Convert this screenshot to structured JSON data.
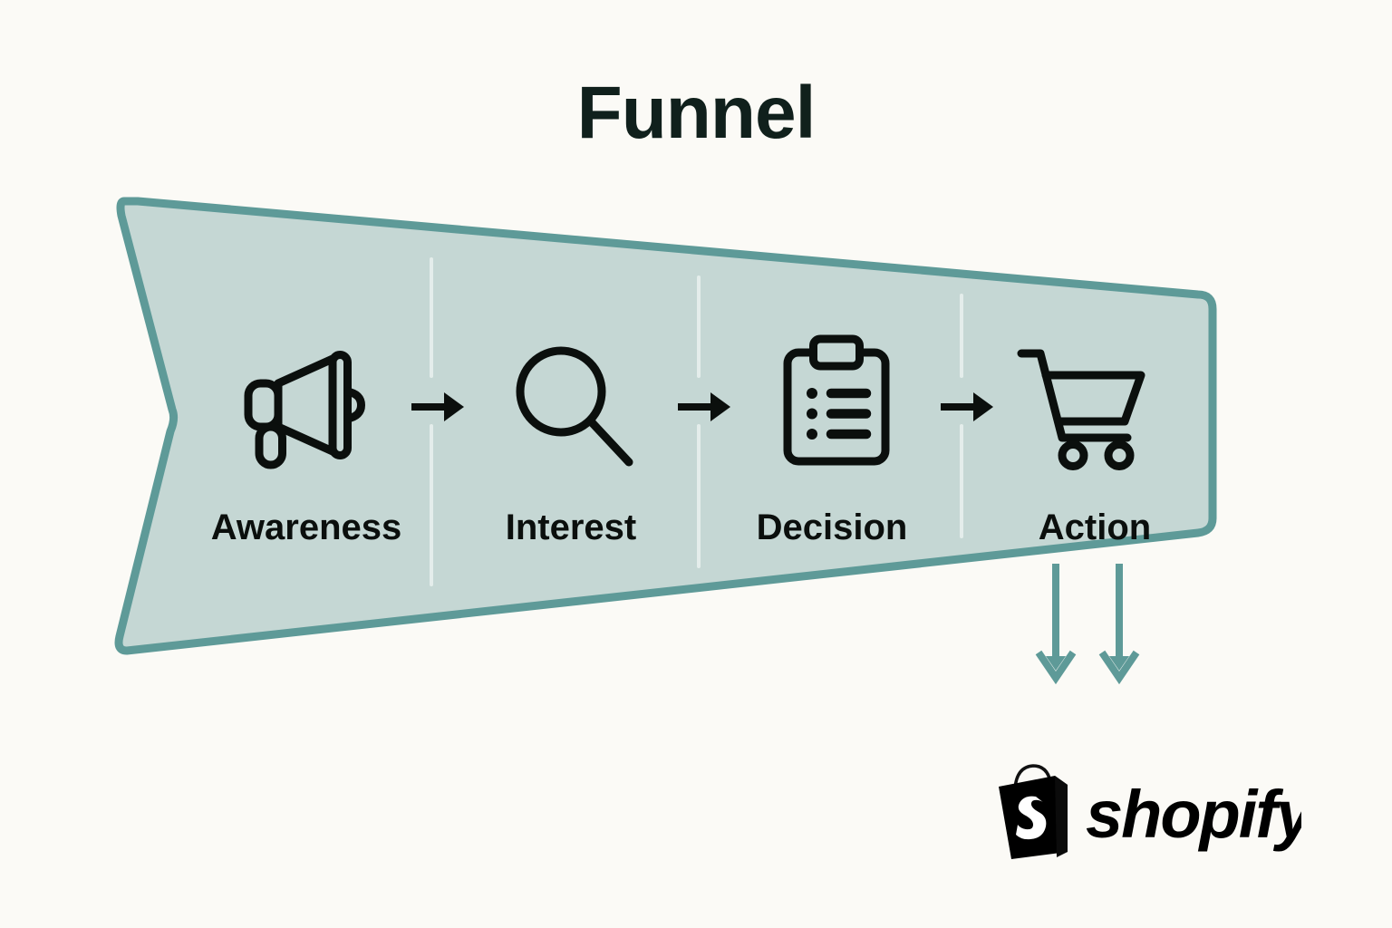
{
  "page": {
    "title": "Funnel",
    "background_color": "#fbfaf6",
    "title_color": "#10201c"
  },
  "funnel": {
    "fill_color": "#c5d7d4",
    "border_color": "#5e9a98",
    "divider_color": "#e2ecea",
    "shape": "tapered-ribbon-banner",
    "stages": [
      {
        "id": "awareness",
        "label": "Awareness",
        "icon": "megaphone-icon",
        "icon_color": "#0b0f0d"
      },
      {
        "id": "interest",
        "label": "Interest",
        "icon": "magnifying-glass-icon",
        "icon_color": "#0b0f0d"
      },
      {
        "id": "decision",
        "label": "Decision",
        "icon": "clipboard-list-icon",
        "icon_color": "#0b0f0d"
      },
      {
        "id": "action",
        "label": "Action",
        "icon": "shopping-cart-icon",
        "icon_color": "#0b0f0d"
      }
    ],
    "connectors": [
      {
        "id": "arrow-awareness-interest",
        "icon": "arrow-right-icon"
      },
      {
        "id": "arrow-interest-decision",
        "icon": "arrow-right-icon"
      },
      {
        "id": "arrow-decision-action",
        "icon": "arrow-right-icon"
      }
    ]
  },
  "outflow": {
    "arrow_color": "#5e9a98",
    "arrows": [
      {
        "id": "outflow-arrow-left",
        "icon": "arrow-down-icon"
      },
      {
        "id": "outflow-arrow-right",
        "icon": "arrow-down-icon"
      }
    ]
  },
  "brand": {
    "name": "shopify",
    "wordmark": "shopify",
    "logo_color": "#000000",
    "mark": "shopping-bag-icon"
  }
}
